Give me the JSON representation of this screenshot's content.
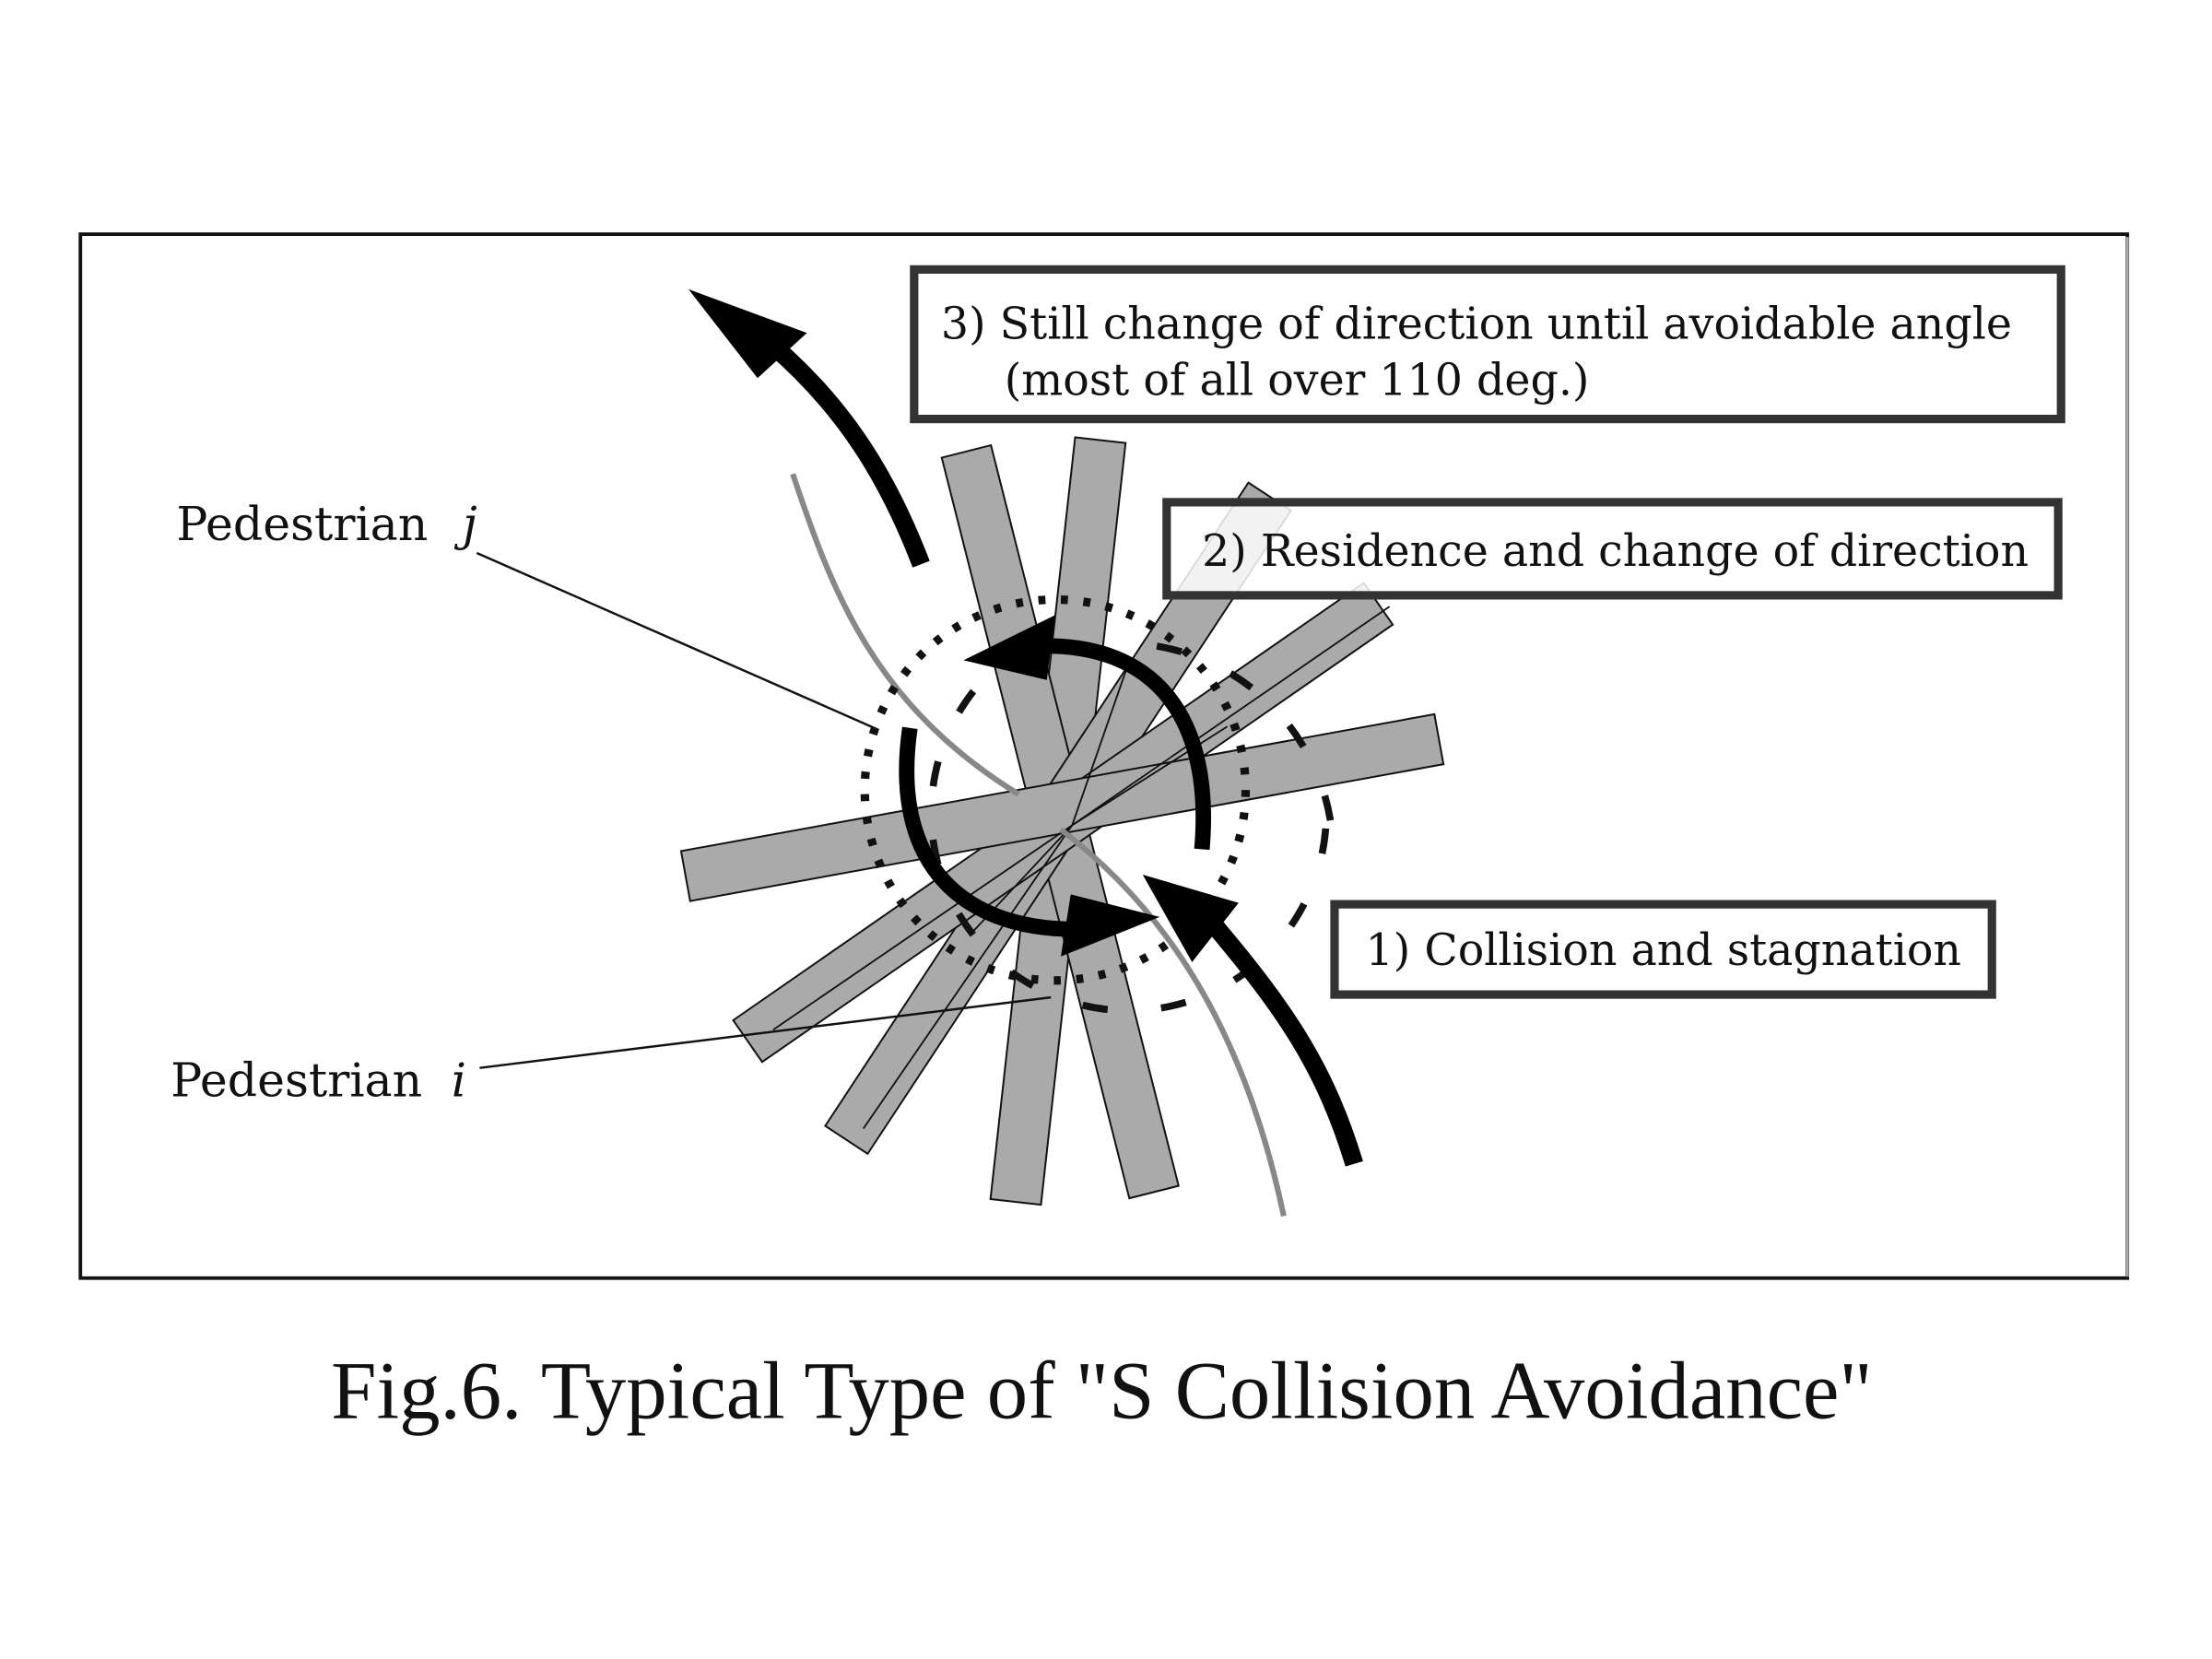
{
  "figure": {
    "caption": "Fig.6. Typical Type of \"S Collision Avoidance\"",
    "labels": {
      "pedestrian_j": "Pedestrian",
      "pedestrian_j_var": "j",
      "pedestrian_i": "Pedestrian",
      "pedestrian_i_var": "i"
    },
    "stages": [
      {
        "id": 1,
        "line1": "1) Collision and stagnation"
      },
      {
        "id": 2,
        "line1": "2) Residence and change of direction"
      },
      {
        "id": 3,
        "line1": "3) Still change of direction until avoidable angle",
        "line2": "(most of all over 110 deg.)"
      }
    ],
    "colors": {
      "bar_fill": "#aaaaaa",
      "trajectory": "#888888",
      "arrow": "#000000",
      "box_border": "#333333"
    }
  }
}
